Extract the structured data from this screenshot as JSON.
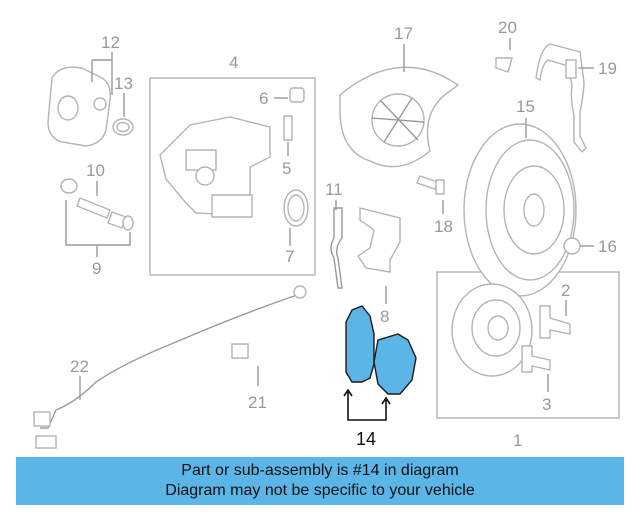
{
  "diagram": {
    "highlight_color": "#5bb5e6",
    "callouts": {
      "c1": "1",
      "c2": "2",
      "c3": "3",
      "c4": "4",
      "c5": "5",
      "c6": "6",
      "c7": "7",
      "c8": "8",
      "c9": "9",
      "c10": "10",
      "c11": "11",
      "c12": "12",
      "c13": "13",
      "c14": "14",
      "c15": "15",
      "c16": "16",
      "c17": "17",
      "c18": "18",
      "c19": "19",
      "c20": "20",
      "c21": "21",
      "c22": "22"
    }
  },
  "banner": {
    "line1": "Part or sub-assembly is #14 in diagram",
    "line2": "Diagram may not be specific to your vehicle"
  }
}
